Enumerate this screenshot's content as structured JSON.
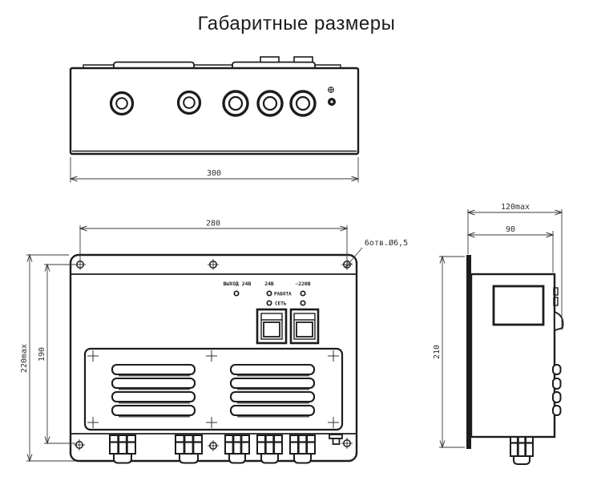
{
  "title": "Габаритные размеры",
  "top_view": {
    "dim_width": "300"
  },
  "front_view": {
    "dim_width_holes": "280",
    "dim_height_max": "220max",
    "dim_height_holes": "190",
    "holes_note": "6отв.Ø6,5",
    "panel_labels": {
      "output_24v": "ВЫХОД 24В",
      "input_24v": "24В",
      "input_220v": "~220В",
      "work": "РАБОТА",
      "power": "СЕТЬ"
    }
  },
  "side_view": {
    "dim_depth_max": "120max",
    "dim_depth_body": "90",
    "dim_height": "210"
  },
  "colors": {
    "line": "#1c1c1c",
    "dim_line": "#3a3a3a",
    "background": "#ffffff"
  }
}
